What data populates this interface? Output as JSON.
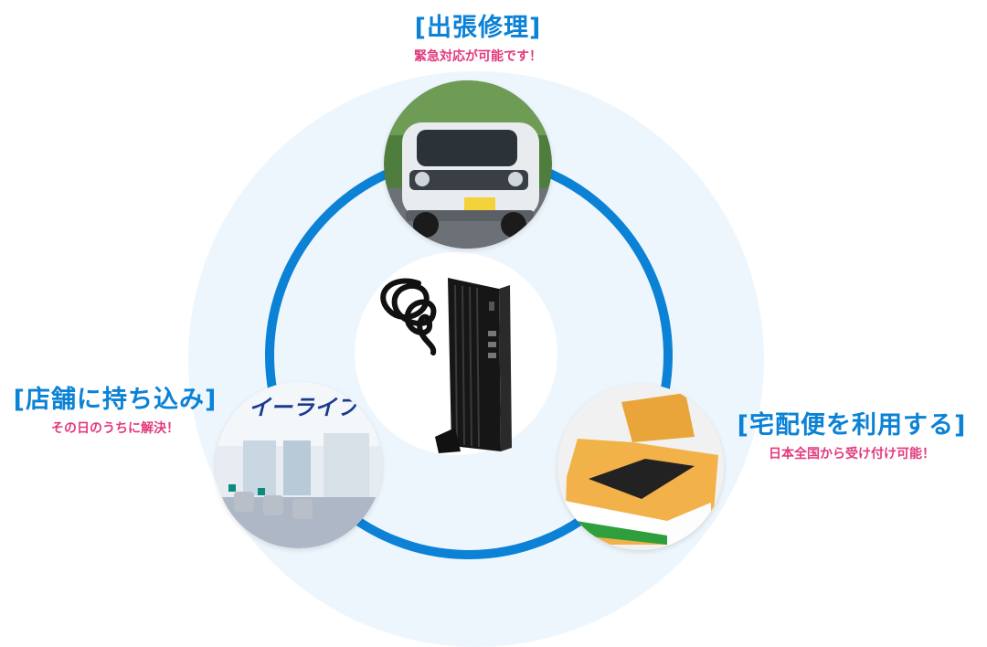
{
  "nodes": {
    "top": {
      "title": "[出張修理]",
      "subtitle": "緊急対応が可能です！"
    },
    "left": {
      "title": "[店舗に持ち込み]",
      "subtitle": "その日のうちに解決！"
    },
    "right": {
      "title": "[宅配便を利用する]",
      "subtitle": "日本全国から受け付け可能！"
    }
  },
  "store_sign": "イーライフ",
  "colors": {
    "accent_blue": "#0b82d6",
    "accent_pink": "#e23a7d",
    "disc_bg": "#eef6fd"
  }
}
